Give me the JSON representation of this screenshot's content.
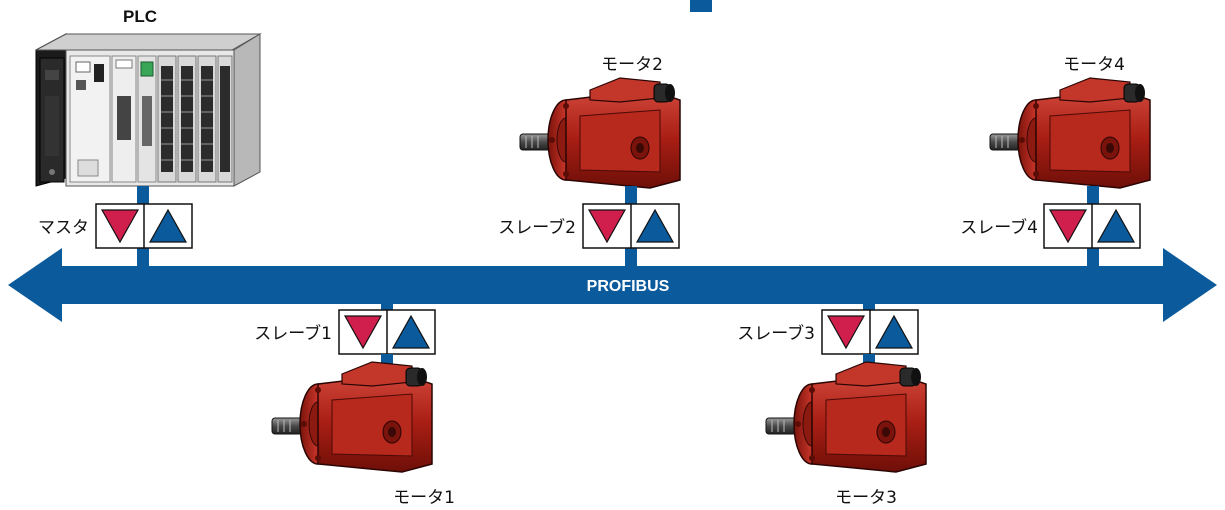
{
  "diagram": {
    "plc_label": "PLC",
    "master_label": "マスタ",
    "bus_label": "PROFIBUS",
    "slaves": [
      {
        "slave_label": "スレーブ1",
        "motor_label": "モータ1"
      },
      {
        "slave_label": "スレーブ2",
        "motor_label": "モータ2"
      },
      {
        "slave_label": "スレーブ3",
        "motor_label": "モータ3"
      },
      {
        "slave_label": "スレーブ4",
        "motor_label": "モータ4"
      }
    ]
  },
  "colors": {
    "bus": "#0a5a9c",
    "send_triangle": "#d01f4c",
    "receive_triangle": "#0a5a9c",
    "motor_body": "#a81e14",
    "plc_body": "#e8e8e8"
  },
  "icons": {
    "plc": "plc-rack-icon",
    "motor": "hydraulic-motor-icon",
    "interface": "transceiver-triangles-icon"
  }
}
